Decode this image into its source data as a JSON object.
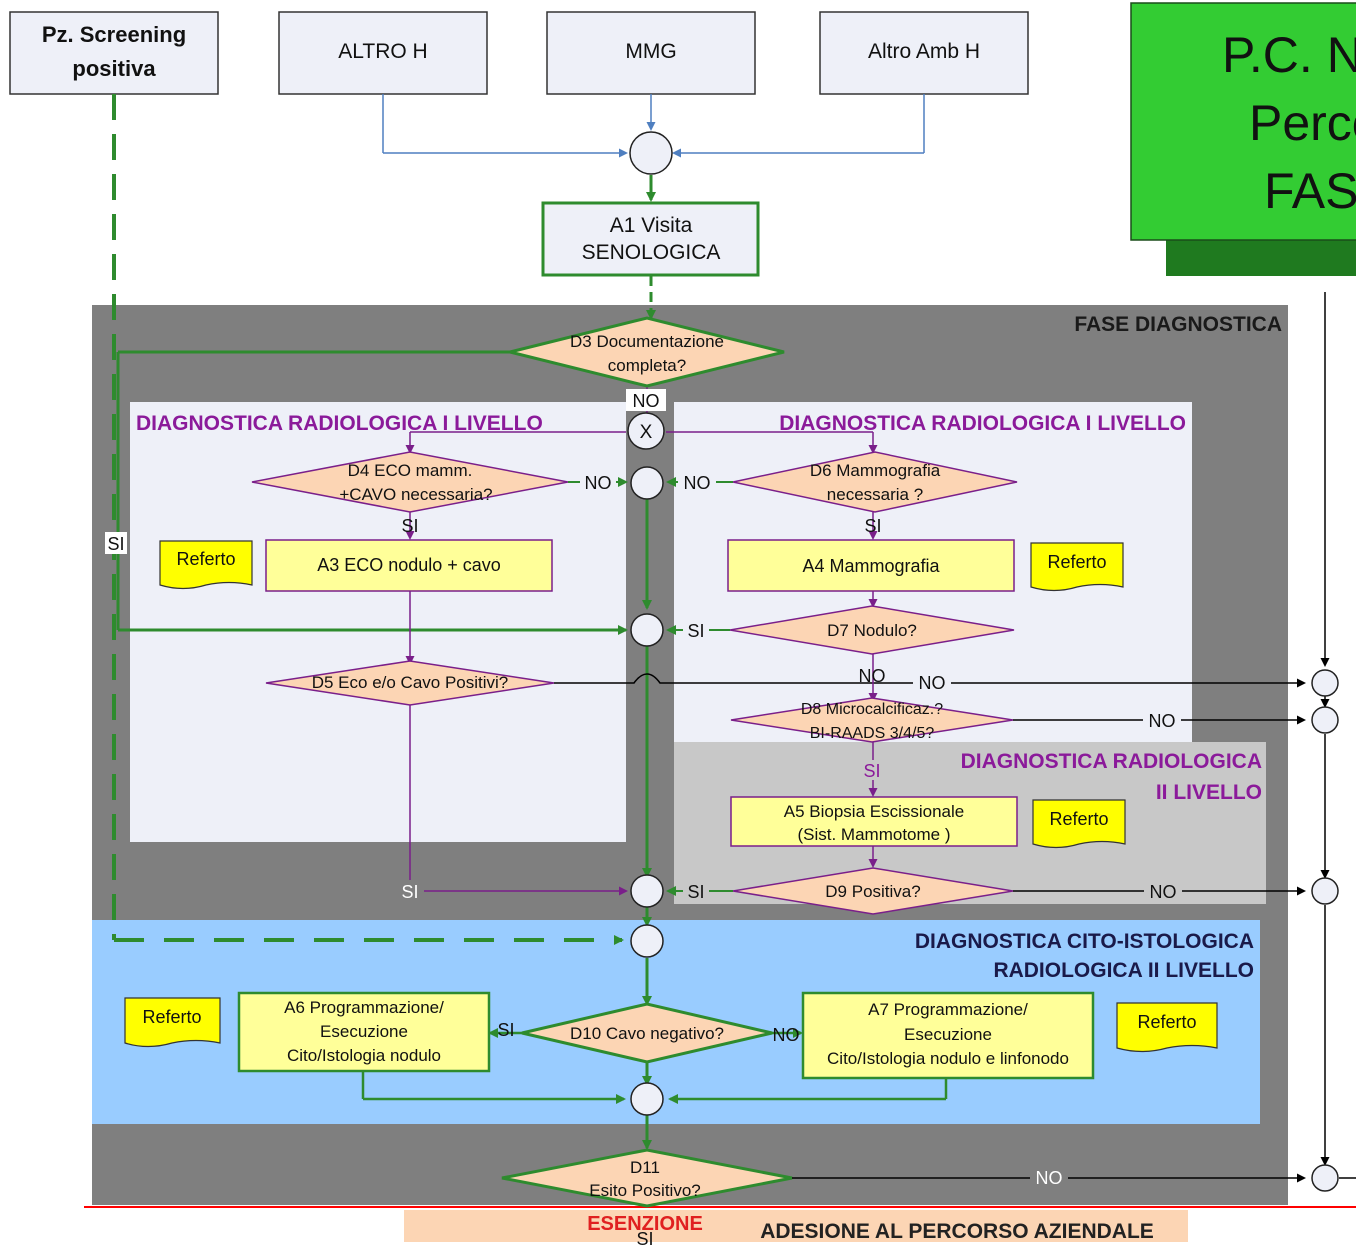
{
  "sources": {
    "screening": [
      "Pz. Screening",
      "positiva"
    ],
    "altro_h": "ALTRO H",
    "mmg": "MMG",
    "altro_amb_h": "Altro Amb H"
  },
  "title_box": [
    "P.C. N",
    "Perco",
    "FAS"
  ],
  "a1": [
    "A1 Visita",
    "SENOLOGICA"
  ],
  "zones": {
    "fase_diagnostica": "FASE DIAGNOSTICA",
    "diag_left": "DIAGNOSTICA RADIOLOGICA I LIVELLO",
    "diag_right": "DIAGNOSTICA RADIOLOGICA I LIVELLO",
    "diag_ii": [
      "DIAGNOSTICA RADIOLOGICA",
      "II LIVELLO"
    ],
    "cito": [
      "DIAGNOSTICA CITO-ISTOLOGICA",
      "RADIOLOGICA  II LIVELLO"
    ]
  },
  "decisions": {
    "d3": [
      "D3 Documentazione",
      "completa?"
    ],
    "d4": [
      "D4 ECO mamm.",
      "+CAVO necessaria?"
    ],
    "d5": "D5 Eco e/o Cavo Positivi?",
    "d6": [
      "D6 Mammografia",
      "necessaria ?"
    ],
    "d7": "D7 Nodulo?",
    "d8": [
      "D8 Microcalcificaz.?",
      "BI-RAADS 3/4/5?"
    ],
    "d9": "D9 Positiva?",
    "d10": "D10 Cavo negativo?",
    "d11": [
      "D11",
      "Esito Positivo?"
    ]
  },
  "activities": {
    "a3": "A3 ECO nodulo + cavo",
    "a4": "A4 Mammografia",
    "a5": [
      "A5 Biopsia Escissionale",
      "(Sist. Mammotome )"
    ],
    "a6": [
      "A6 Programmazione/",
      "Esecuzione",
      "Cito/Istologia nodulo"
    ],
    "a7": [
      "A7 Programmazione/",
      "Esecuzione",
      "Cito/Istologia nodulo e linfonodo"
    ]
  },
  "referto": "Referto",
  "labels": {
    "si": "SI",
    "no": "NO",
    "x": "X"
  },
  "footer": {
    "esenzione": "ESENZIONE",
    "adesione": "ADESIONE AL PERCORSO AZIENDALE"
  },
  "colors": {
    "green": "#2e8b2e",
    "purple": "#7a1f8a",
    "blue": "#4f7fc0",
    "diamond": "#fcd5b4",
    "activity": "#ffff99",
    "title_green": "#33cc33"
  }
}
